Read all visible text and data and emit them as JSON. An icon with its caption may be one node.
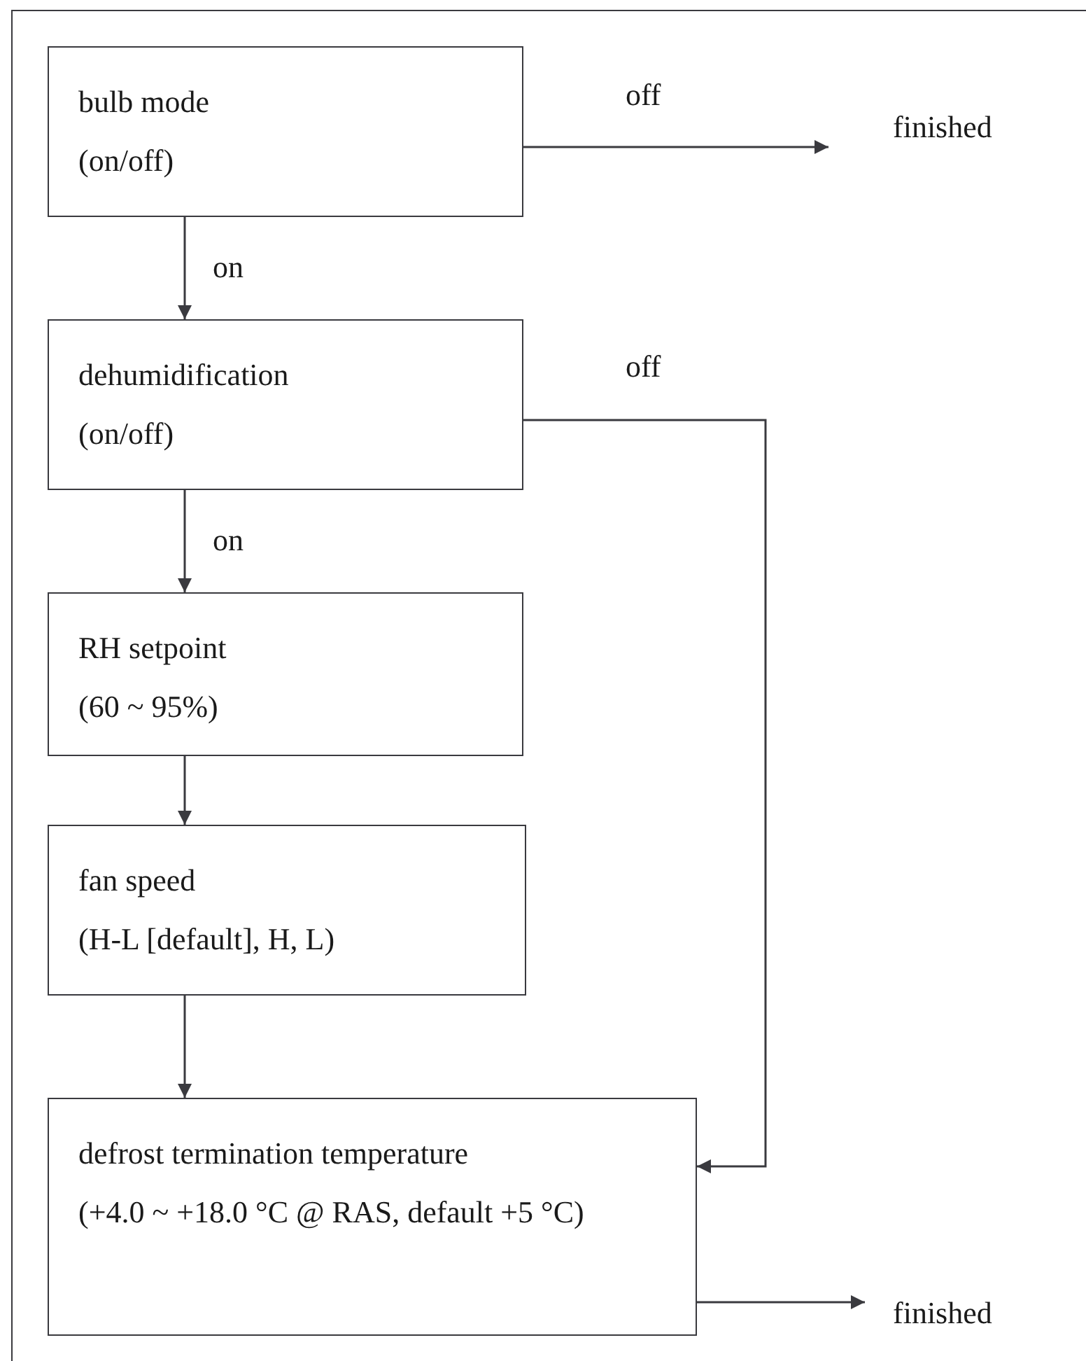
{
  "diagram": {
    "nodes": [
      {
        "text": [
          "bulb mode",
          "(on/off)"
        ]
      },
      {
        "text": [
          "dehumidification",
          "(on/off)"
        ]
      },
      {
        "text": [
          "RH setpoint",
          "(60 ~ 95%)"
        ]
      },
      {
        "text": [
          "fan speed",
          "(H-L [default], H, L)"
        ]
      },
      {
        "text": [
          "defrost termination temperature",
          "(+4.0 ~ +18.0 °C @ RAS, default +5 °C)"
        ]
      },
      {
        "text": [
          "finished"
        ]
      },
      {
        "text": [
          "finished"
        ]
      }
    ],
    "edges": [
      {
        "from": 0,
        "to": 5,
        "label": "off",
        "arrow": "to"
      },
      {
        "from": 0,
        "to": 1,
        "label": "on",
        "arrow": "to"
      },
      {
        "from": 1,
        "to": 4,
        "label": "off",
        "arrow": "to"
      },
      {
        "from": 1,
        "to": 2,
        "label": "on",
        "arrow": "to"
      },
      {
        "from": 2,
        "to": 3,
        "arrow": "to"
      },
      {
        "from": 3,
        "to": 4,
        "arrow": "to"
      },
      {
        "from": 4,
        "to": 6,
        "arrow": "to"
      }
    ]
  }
}
